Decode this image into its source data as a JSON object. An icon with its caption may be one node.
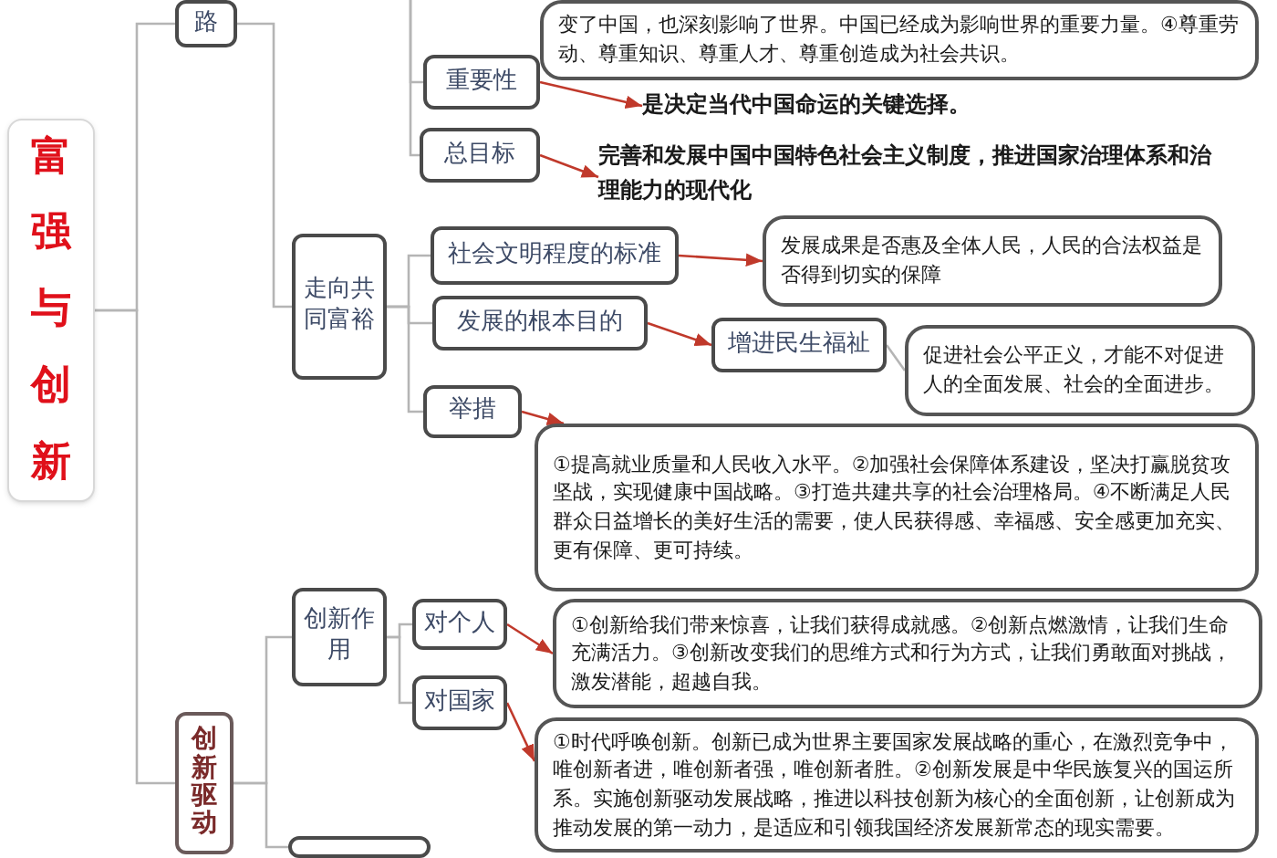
{
  "diagram": {
    "nodes": [
      {
        "text": [
          "富强与创新"
        ]
      },
      {
        "text": [
          "路"
        ]
      },
      {
        "text": [
          "变了中国，也深刻影响了世界。中国已经成为影响世界的重要力量。④尊重劳动、尊重知识、尊重人才、尊重创造成为社会共识。"
        ]
      },
      {
        "text": [
          "重要性"
        ]
      },
      {
        "text": [
          "是决定当代中国命运的关键选择。"
        ]
      },
      {
        "text": [
          "总目标"
        ]
      },
      {
        "text": [
          "完善和发展中国中国特色社会主义制度，推进国家治理体系和治理能力的现代化"
        ]
      },
      {
        "text": [
          "走向共同富裕"
        ]
      },
      {
        "text": [
          "社会文明程度的标准"
        ]
      },
      {
        "text": [
          "发展成果是否惠及全体人民，人民的合法权益是否得到切实的保障"
        ]
      },
      {
        "text": [
          "发展的根本目的"
        ]
      },
      {
        "text": [
          "增进民生福祉"
        ]
      },
      {
        "text": [
          "促进社会公平正义，才能不对促进人的全面发展、社会的全面进步。"
        ]
      },
      {
        "text": [
          "举措"
        ]
      },
      {
        "text": [
          "①提高就业质量和人民收入水平。②加强社会保障体系建设，坚决打赢脱贫攻坚战，实现健康中国战略。③打造共建共享的社会治理格局。④不断满足人民群众日益增长的美好生活的需要，使人民获得感、幸福感、安全感更加充实、更有保障、更可持续。"
        ]
      },
      {
        "text": [
          "创新作用"
        ]
      },
      {
        "text": [
          "对个人"
        ]
      },
      {
        "text": [
          "①创新给我们带来惊喜，让我们获得成就感。②创新点燃激情，让我们生命充满活力。③创新改变我们的思维方式和行为方式，让我们勇敢面对挑战，激发潜能，超越自我。"
        ]
      },
      {
        "text": [
          "对国家"
        ]
      },
      {
        "text": [
          "①时代呼唤创新。创新已成为世界主要国家发展战略的重心，在激烈竞争中，唯创新者进，唯创新者强，唯创新者胜。②创新发展是中华民族复兴的国运所系。实施创新驱动发展战略，推进以科技创新为核心的全面创新，让创新成为推动发展的第一动力，是适应和引领我国经济发展新常态的现实需要。"
        ]
      },
      {
        "text": [
          "创新驱动"
        ]
      },
      {
        "text": [],
        "shape": "box"
      }
    ],
    "edges": [
      {
        "from": 0,
        "to": 1,
        "arrow": "none"
      },
      {
        "from": 0,
        "to": 20,
        "arrow": "none"
      },
      {
        "from": 1,
        "to": 7,
        "arrow": "none"
      },
      {
        "from": null,
        "to": 3,
        "arrow": "none"
      },
      {
        "from": 3,
        "to": 4,
        "arrow": "to",
        "color": "#c0392b"
      },
      {
        "from": null,
        "to": 5,
        "arrow": "none"
      },
      {
        "from": 5,
        "to": 6,
        "arrow": "to",
        "color": "#c0392b"
      },
      {
        "from": 7,
        "to": 8,
        "arrow": "none"
      },
      {
        "from": 7,
        "to": 10,
        "arrow": "none"
      },
      {
        "from": 7,
        "to": 13,
        "arrow": "none"
      },
      {
        "from": 8,
        "to": 9,
        "arrow": "to",
        "color": "#c0392b"
      },
      {
        "from": 10,
        "to": 11,
        "arrow": "to",
        "color": "#c0392b"
      },
      {
        "from": 11,
        "to": 12,
        "arrow": "none"
      },
      {
        "from": 13,
        "to": 14,
        "arrow": "to",
        "color": "#c0392b"
      },
      {
        "from": 20,
        "to": 15,
        "arrow": "none"
      },
      {
        "from": 20,
        "to": 21,
        "arrow": "none"
      },
      {
        "from": 15,
        "to": 16,
        "arrow": "none"
      },
      {
        "from": 15,
        "to": 18,
        "arrow": "none"
      },
      {
        "from": 16,
        "to": 17,
        "arrow": "to",
        "color": "#c0392b"
      },
      {
        "from": 18,
        "to": 19,
        "arrow": "to",
        "color": "#c0392b"
      }
    ]
  }
}
